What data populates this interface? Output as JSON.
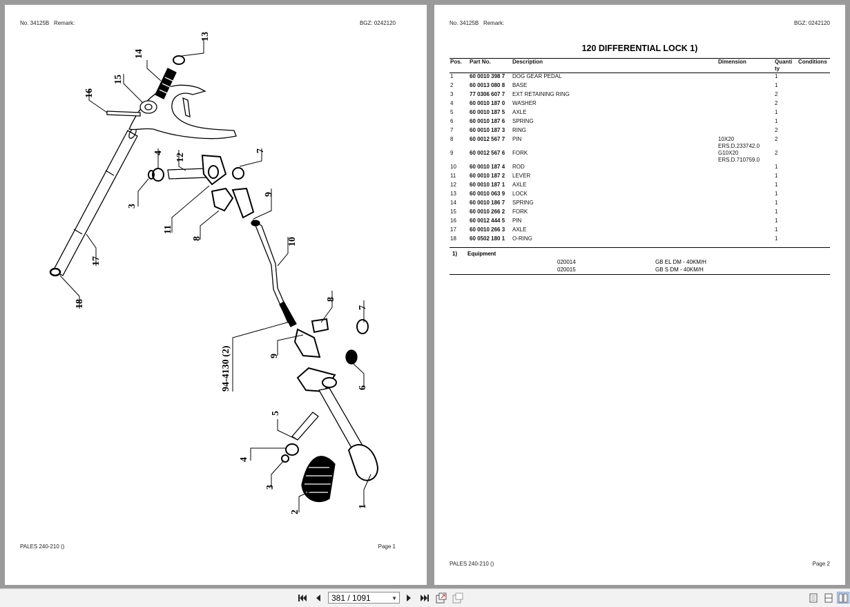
{
  "page1": {
    "doc_no": "No. 34125B",
    "remark": "Remark:",
    "bgz": "BGZ: 0242120",
    "footer_left": "PALES 240-210 ()",
    "footer_right": "Page 1",
    "callouts": [
      "1",
      "2",
      "3",
      "4",
      "5",
      "6",
      "7",
      "8",
      "9",
      "10",
      "11",
      "12",
      "13",
      "14",
      "15",
      "16",
      "17",
      "18",
      "3",
      "4",
      "8",
      "9",
      "7",
      "94-4130 (2)"
    ]
  },
  "page2": {
    "doc_no": "No. 34125B",
    "remark": "Remark:",
    "bgz": "BGZ: 0242120",
    "title": "120 DIFFERENTIAL LOCK  1)",
    "columns": [
      "Pos.",
      "Part No.",
      "Description",
      "Dimension",
      "Quanti ty",
      "Conditions"
    ],
    "rows": [
      {
        "pos": "1",
        "part": "60 0010 398 7",
        "desc": "DOG GEAR PEDAL",
        "dim": "",
        "qty": "1",
        "cond": ""
      },
      {
        "pos": "2",
        "part": "60 0013 080 8",
        "desc": "BASE",
        "dim": "",
        "qty": "1",
        "cond": ""
      },
      {
        "pos": "3",
        "part": "77 0306 607 7",
        "desc": "EXT RETAINING RING",
        "dim": "",
        "qty": "2",
        "cond": ""
      },
      {
        "pos": "4",
        "part": "60 0010 187 0",
        "desc": "WASHER",
        "dim": "",
        "qty": "2",
        "cond": ""
      },
      {
        "pos": "5",
        "part": "60 0010 187 5",
        "desc": "AXLE",
        "dim": "",
        "qty": "1",
        "cond": ""
      },
      {
        "pos": "6",
        "part": "60 0010 187 6",
        "desc": "SPRING",
        "dim": "",
        "qty": "1",
        "cond": ""
      },
      {
        "pos": "7",
        "part": "60 0010 187 3",
        "desc": "RING",
        "dim": "",
        "qty": "2",
        "cond": ""
      },
      {
        "pos": "8",
        "part": "60 0012 567 7",
        "desc": "PIN",
        "dim": "10X20 ERS.D.233742.0",
        "qty": "2",
        "cond": ""
      },
      {
        "pos": "9",
        "part": "60 0012 567 6",
        "desc": "FORK",
        "dim": "G10X20\nERS.D.710759.0",
        "qty": "2",
        "cond": ""
      },
      {
        "pos": "10",
        "part": "60 0010 187 4",
        "desc": "ROD",
        "dim": "",
        "qty": "1",
        "cond": ""
      },
      {
        "pos": "11",
        "part": "60 0010 187 2",
        "desc": "LEVER",
        "dim": "",
        "qty": "1",
        "cond": ""
      },
      {
        "pos": "12",
        "part": "60 0010 187 1",
        "desc": "AXLE",
        "dim": "",
        "qty": "1",
        "cond": ""
      },
      {
        "pos": "13",
        "part": "60 0010 063 9",
        "desc": "LOCK",
        "dim": "",
        "qty": "1",
        "cond": ""
      },
      {
        "pos": "14",
        "part": "60 0010 186 7",
        "desc": "SPRING",
        "dim": "",
        "qty": "1",
        "cond": ""
      },
      {
        "pos": "15",
        "part": "60 0010 266 2",
        "desc": "FORK",
        "dim": "",
        "qty": "1",
        "cond": ""
      },
      {
        "pos": "16",
        "part": "60 0012 444 5",
        "desc": "PIN",
        "dim": "",
        "qty": "1",
        "cond": ""
      },
      {
        "pos": "17",
        "part": "60 0010 266 3",
        "desc": "AXLE",
        "dim": "",
        "qty": "1",
        "cond": ""
      },
      {
        "pos": "18",
        "part": "60 0502 180 1",
        "desc": "O-RING",
        "dim": "",
        "qty": "1",
        "cond": ""
      }
    ],
    "equipment": {
      "note": "1)",
      "label": "Equipment",
      "items": [
        {
          "code": "020014",
          "desc": "GB EL DM - 40KM/H"
        },
        {
          "code": "020015",
          "desc": "GB S DM - 40KM/H"
        }
      ]
    },
    "footer_left": "PALES 240-210 ()",
    "footer_right": "Page 2"
  },
  "toolbar": {
    "page_indicator": "381 / 1091",
    "icons": [
      "first-page-icon",
      "prev-page-icon",
      "next-page-icon",
      "last-page-icon",
      "export-icon",
      "import-icon",
      "single-page-icon",
      "continuous-icon",
      "two-page-icon"
    ]
  }
}
